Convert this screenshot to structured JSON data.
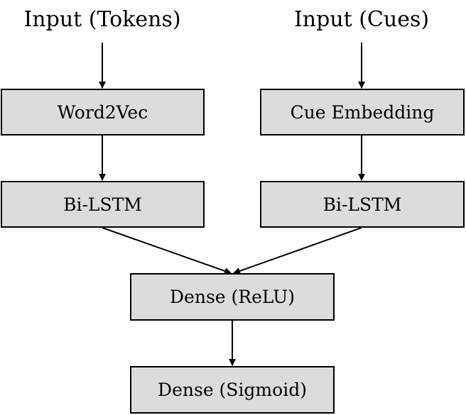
{
  "inputs": {
    "tokens": "Input (Tokens)",
    "cues": "Input (Cues)"
  },
  "nodes": {
    "word2vec": "Word2Vec",
    "cue_embedding": "Cue Embedding",
    "bilstm_left": "Bi-LSTM",
    "bilstm_right": "Bi-LSTM",
    "dense_relu": "Dense (ReLU)",
    "dense_sigmoid": "Dense (Sigmoid)"
  },
  "colors": {
    "box_fill": "#dcdcdc",
    "stroke": "#000000"
  }
}
